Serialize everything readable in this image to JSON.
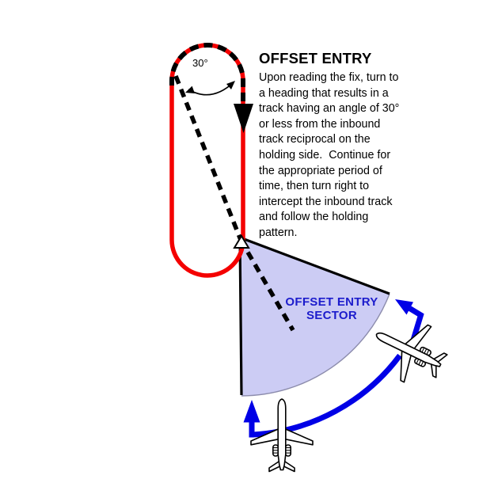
{
  "title": "OFFSET ENTRY",
  "description": "Upon reading the fix, turn to\na heading that results in a\ntrack having an angle of 30°\nor less from the inbound\ntrack reciprocal on the\nholding side.  Continue for\nthe appropriate period of\ntime, then turn right to\nintercept the inbound track\nand follow the holding\npattern.",
  "labels": {
    "angle": "30°",
    "sector_line1": "OFFSET ENTRY",
    "sector_line2": "SECTOR"
  },
  "colors": {
    "holding_pattern_red": "#f40000",
    "entry_arrow_blue": "#0000e6",
    "sector_fill": "#ccccf4",
    "sector_arc_edge": "#8c8cac",
    "sector_label_blue": "#1c1ccc",
    "path_black": "#000000"
  }
}
